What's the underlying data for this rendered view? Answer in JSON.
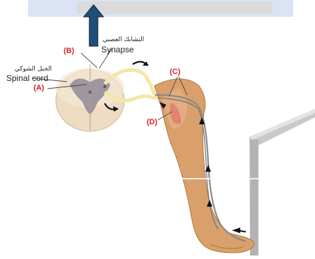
{
  "colors": {
    "label_red": "#d2232a",
    "banner_blue": "#3a63c9",
    "up_arrow_fill": "#1f4f78",
    "skin": "#d9a06b",
    "spinal_cord": "#eedcc2",
    "gray_matter": "#8f8a98",
    "nerve": "#f3e7a8",
    "table": "#c9c9c9"
  },
  "labels": {
    "synapse_ar": "التشابك العصبي",
    "synapse_en": "Synapse",
    "spinal_cord_ar": "الحبل الشوكي",
    "spinal_cord_en": "Spinal cord",
    "a": "(A)",
    "b": "(B)",
    "c": "(C)",
    "d": "(D)"
  },
  "icons": [
    "up-arrow-icon",
    "direction-arrow-icon"
  ]
}
